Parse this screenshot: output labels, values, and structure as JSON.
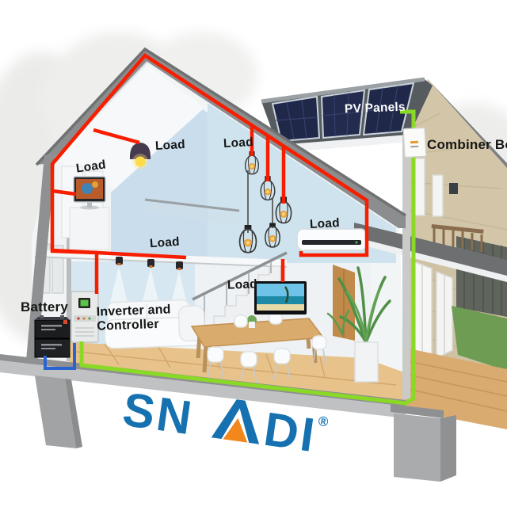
{
  "brand": {
    "name": "SNADI",
    "name_part1": "SN",
    "name_part2": "DI",
    "registered": "®",
    "blue": "#1571b0",
    "orange": "#f2871c"
  },
  "labels": {
    "pv_panels": "PV Panels",
    "combiner_box": "Combiner Box",
    "battery": "Battery",
    "inverter_controller_line1": "Inverter and",
    "inverter_controller_line2": "Controller"
  },
  "loads": [
    {
      "device": "pendant-lamp",
      "label": "Load"
    },
    {
      "device": "desktop-monitor",
      "label": "Load"
    },
    {
      "device": "cage-pendant-lights",
      "label": "Load"
    },
    {
      "device": "track-spotlights",
      "label": "Load"
    },
    {
      "device": "air-conditioner",
      "label": "Load"
    },
    {
      "device": "television",
      "label": "Load"
    }
  ],
  "wires": {
    "pv_to_combiner_green": "#8ad926",
    "battery_to_inverter_blue": "#2b63cf",
    "ac_load_red": "#f71e00"
  }
}
